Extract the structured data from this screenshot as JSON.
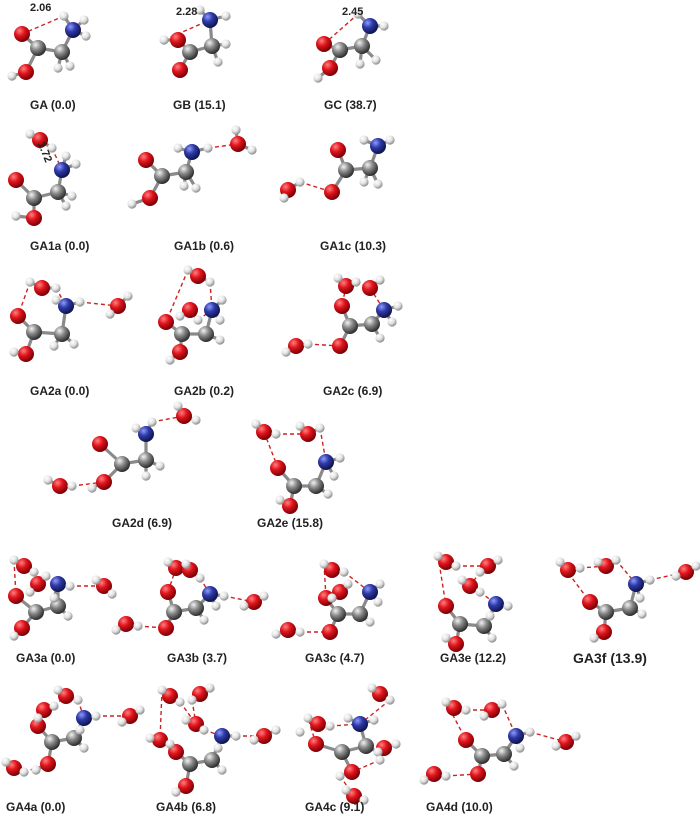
{
  "colors": {
    "oxygen": "#d0121b",
    "nitrogen": "#2e3a9e",
    "carbon": "#7a7a7a",
    "hydrogen": "#e4e4e4",
    "hbond": "#cc2222",
    "bond": "#8a8a8a"
  },
  "structures": [
    {
      "id": "GA",
      "label": "GA (0.0)",
      "distance": "2.06"
    },
    {
      "id": "GB",
      "label": "GB (15.1)",
      "distance": "2.28"
    },
    {
      "id": "GC",
      "label": "GC  (38.7)",
      "distance": "2.45"
    },
    {
      "id": "GA1a",
      "label": "GA1a (0.0)",
      "distance": "1.72"
    },
    {
      "id": "GA1b",
      "label": "GA1b  (0.6)"
    },
    {
      "id": "GA1c",
      "label": "GA1c (10.3)"
    },
    {
      "id": "GA2a",
      "label": "GA2a (0.0)"
    },
    {
      "id": "GA2b",
      "label": "GA2b (0.2)"
    },
    {
      "id": "GA2c",
      "label": "GA2c (6.9)"
    },
    {
      "id": "GA2d",
      "label": "GA2d (6.9)"
    },
    {
      "id": "GA2e",
      "label": "GA2e (15.8)"
    },
    {
      "id": "GA3a",
      "label": "GA3a (0.0)"
    },
    {
      "id": "GA3b",
      "label": "GA3b (3.7)"
    },
    {
      "id": "GA3c",
      "label": "GA3c (4.7)"
    },
    {
      "id": "GA3e",
      "label": "GA3e (12.2)"
    },
    {
      "id": "GA3f",
      "label": "GA3f (13.9)"
    },
    {
      "id": "GA4a",
      "label": "GA4a (0.0)"
    },
    {
      "id": "GA4b",
      "label": "GA4b (6.8)"
    },
    {
      "id": "GA4c",
      "label": "GA4c (9.1)"
    },
    {
      "id": "GA4d",
      "label": "GA4d (10.0)"
    }
  ]
}
